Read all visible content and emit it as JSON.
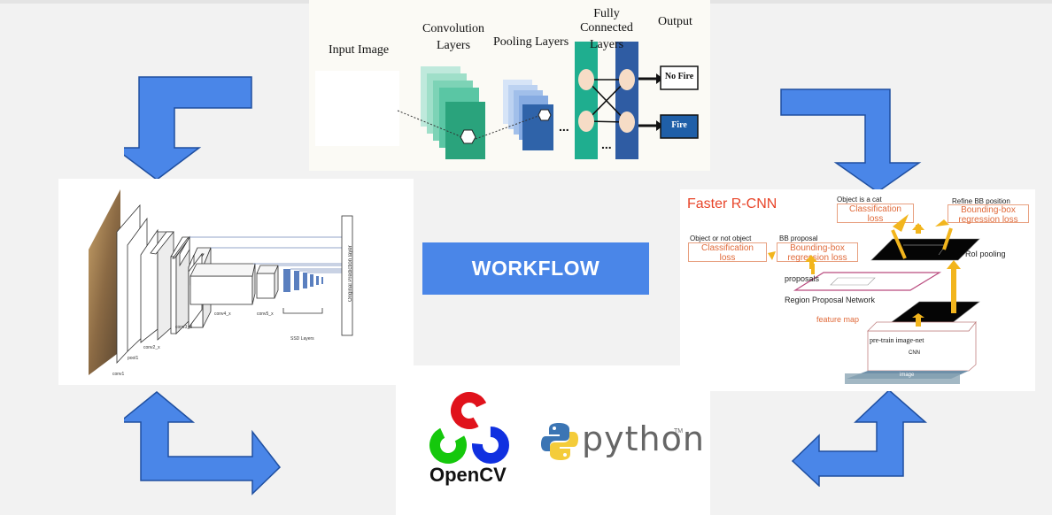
{
  "workflow": {
    "label": "WORKFLOW"
  },
  "cnn_diagram": {
    "input_label": "Input Image",
    "conv_label_1": "Convolution",
    "conv_label_2": "Layers",
    "pool_label": "Pooling Layers",
    "fc_label_1": "Fully Connected",
    "fc_label_2": "Layers",
    "output_label": "Output",
    "out_nofire": "No Fire",
    "out_fire": "Fire",
    "dots": "...",
    "colors": {
      "conv": "#3fbf9a",
      "pool": "#7aa0d8",
      "fc": "#1aae8e",
      "fire_box": "#1f5fa8"
    }
  },
  "ssd_diagram": {
    "pred_layer": "Original Prediction layer",
    "labels": [
      "conv1",
      "pool1",
      "conv2_x",
      "conv3_x",
      "conv4_x",
      "conv5_x"
    ],
    "ssd_label": "SSD Layers"
  },
  "faster_rcnn": {
    "title": "Faster R-CNN",
    "object_is_cat": "Object is a cat",
    "refine_bb": "Refine BB position",
    "cls_loss_top": "Classification\nloss",
    "bbox_loss_top": "Bounding-box\nregression loss",
    "obj_or_not": "Object or not object",
    "bb_proposal": "BB proposal",
    "cls_loss_left": "Classification\nloss",
    "bbox_loss_left": "Bounding-box\nregression loss",
    "roi_pooling": "RoI pooling",
    "proposals": "proposals",
    "rpn": "Region Proposal Network",
    "feature_map": "feature map",
    "pretrain": "pre-train image-net",
    "cnn": "CNN",
    "image": "image"
  },
  "logos": {
    "opencv": "OpenCV",
    "python": "python",
    "tm": "TM"
  },
  "colors": {
    "arrow": "#4a86e8",
    "accent": "#4a86e8"
  }
}
